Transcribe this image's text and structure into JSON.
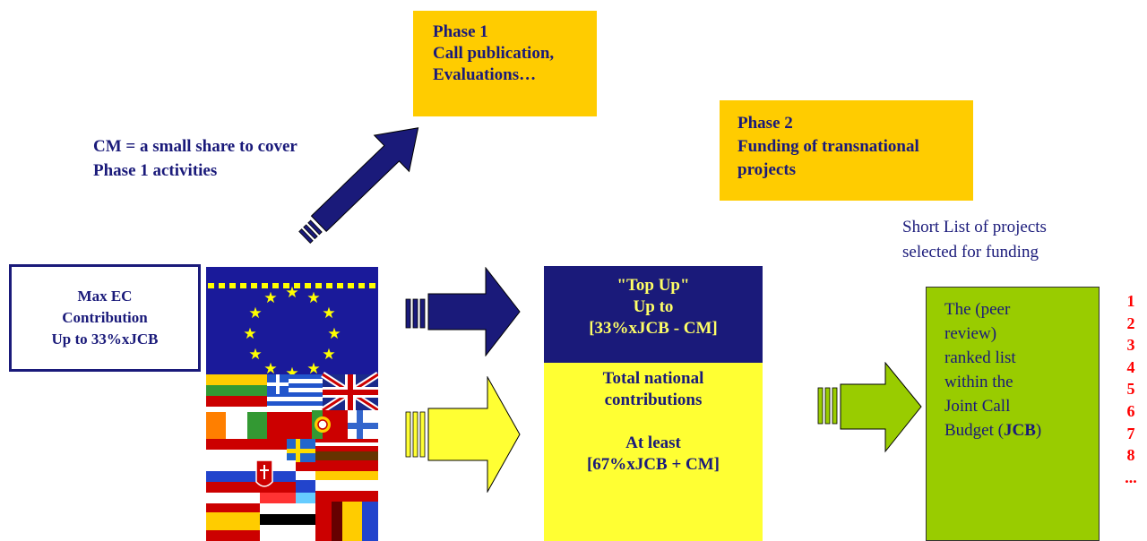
{
  "phase1": {
    "line1": "Phase 1",
    "line2": "Call publication,",
    "line3": "Evaluations…"
  },
  "phase2": {
    "line1": "Phase 2",
    "line2": "Funding of transnational",
    "line3": "projects"
  },
  "cm_note": {
    "line1": "CM = a small share to cover",
    "line2": "Phase 1 activities"
  },
  "ec_box": {
    "line1": "Max EC",
    "line2": "Contribution",
    "line3": "Up to 33%xJCB"
  },
  "top_up": {
    "line1": "\"Top Up\"",
    "line2": "Up to",
    "line3": "[33%xJCB - CM]"
  },
  "national": {
    "line1": "Total national",
    "line2": "contributions",
    "line3": "At least",
    "line4": "[67%xJCB + CM]"
  },
  "short_list": {
    "line1": "Short List of projects",
    "line2": "selected for funding"
  },
  "ranked": {
    "line1": "The (peer",
    "line2": "review)",
    "line3": "ranked list",
    "line4": "within the",
    "line5": "Joint Call",
    "line6_prefix": "Budget (",
    "line6_bold": "JCB",
    "line6_suffix": ")"
  },
  "rank_numbers": [
    "1",
    "2",
    "3",
    "4",
    "5",
    "6",
    "7",
    "8",
    "..."
  ],
  "colors": {
    "navy": "#1a1a7a",
    "gold": "#ffcc00",
    "yellow": "#ffff33",
    "green": "#99cc00",
    "red": "#ff0000"
  }
}
